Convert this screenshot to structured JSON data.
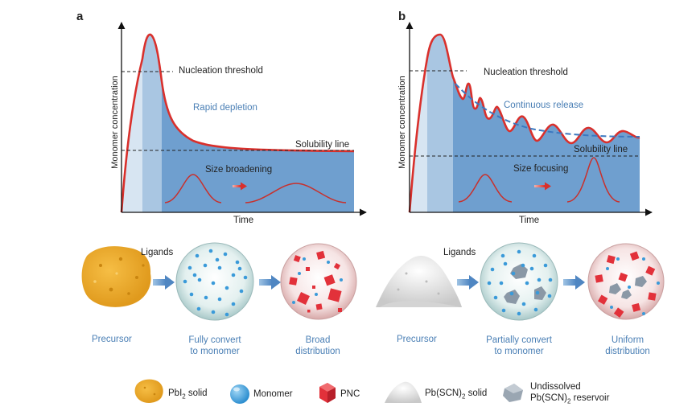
{
  "panel_a": {
    "letter": "a",
    "nucleation": "Nucleation threshold",
    "depletion": "Rapid depletion",
    "solubility": "Solubility line",
    "size": "Size broadening",
    "ylabel": "Monomer concentration",
    "xlabel": "Time"
  },
  "panel_b": {
    "letter": "b",
    "nucleation": "Nucleation threshold",
    "release": "Continuous release",
    "solubility": "Solubility line",
    "size": "Size focusing",
    "ylabel": "Monomer concentration",
    "xlabel": "Time"
  },
  "flow_a": {
    "ligands": "Ligands",
    "step1": "Precursor",
    "step2_line1": "Fully convert",
    "step2_line2": "to monomer",
    "step3_line1": "Broad",
    "step3_line2": "distribution"
  },
  "flow_b": {
    "ligands": "Ligands",
    "step1": "Precursor",
    "step2_line1": "Partially convert",
    "step2_line2": "to monomer",
    "step3_line1": "Uniform",
    "step3_line2": "distribution"
  },
  "legend": {
    "pbi2_main": "PbI",
    "pbi2_sub": "2",
    "pbi2_rest": " solid",
    "monomer": "Monomer",
    "pnc": "PNC",
    "pbscn_main": "Pb(SCN)",
    "pbscn_sub": "2",
    "pbscn_rest": " solid",
    "undissolved_line1": "Undissolved",
    "undissolved_main": "Pb(SCN)",
    "undissolved_sub": "2",
    "undissolved_rest": " reservoir"
  },
  "colors": {
    "fill_dark": "#6f9fcf",
    "fill_mid": "#a9c6e2",
    "fill_light": "#d7e5f2",
    "curve_red": "#d9302c",
    "text_blue": "#4a7fb5",
    "dash_blue": "#3b78c0"
  }
}
